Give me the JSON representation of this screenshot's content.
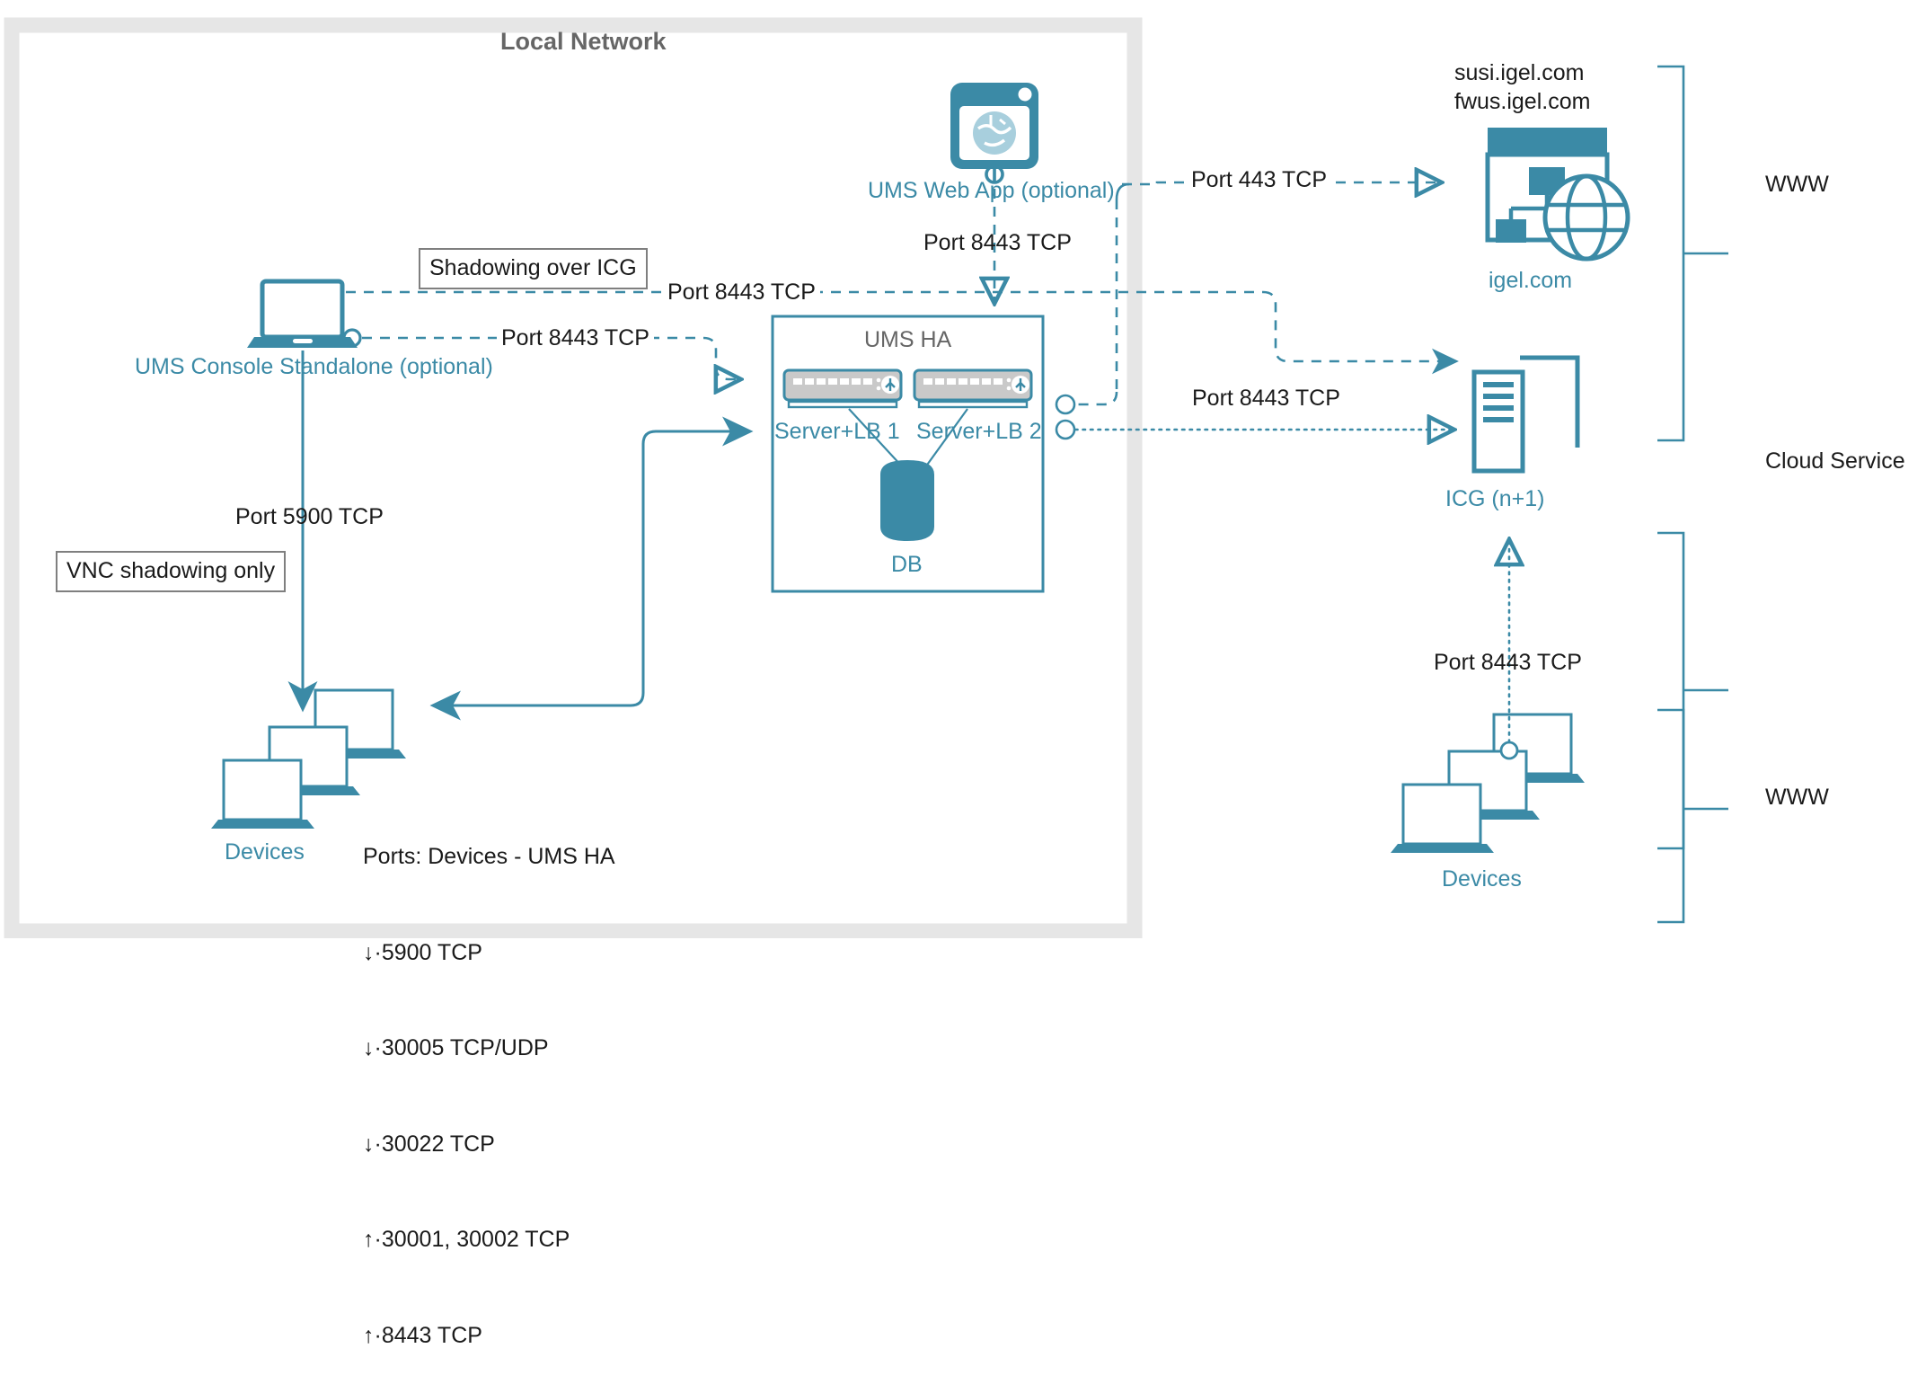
{
  "colors": {
    "teal": "#3b8aa6",
    "teal_light": "#a8cfdd",
    "gray_border": "#e6e6e6",
    "gray_text": "#666666",
    "box_border": "#7f7f7f",
    "dark_text": "#1a1a1a",
    "server_body": "#c9c9c9"
  },
  "local_network": {
    "title": "Local Network"
  },
  "nodes": {
    "ums_web_app": {
      "label": "UMS Web App (optional)",
      "icon": "browser-globe-icon"
    },
    "ums_console": {
      "label": "UMS Console Standalone (optional)",
      "icon": "laptop-icon"
    },
    "ums_ha": {
      "title": "UMS HA",
      "server1": "Server+LB 1",
      "server2": "Server+LB 2",
      "db": "DB",
      "server_icon": "server-appliance-icon",
      "db_icon": "database-cylinder-icon"
    },
    "devices_local": {
      "label": "Devices",
      "icon": "laptops-stack-icon"
    },
    "devices_remote": {
      "label": "Devices",
      "icon": "laptops-stack-icon"
    },
    "igel_com": {
      "label": "igel.com",
      "hosts": [
        "susi.igel.com",
        "fwus.igel.com"
      ],
      "icon": "website-globe-icon"
    },
    "icg": {
      "label": "ICG (n+1)",
      "icon": "server-tower-icon"
    }
  },
  "edge_labels": {
    "web_app_to_igel": "Port 443 TCP",
    "web_app_to_ums_ha": "Port 8443 TCP",
    "console_shadow_to_icg": "Port 8443 TCP",
    "console_to_ums_ha": "Port 8443 TCP",
    "ums_ha_to_icg": "Port 8443 TCP",
    "console_to_devices": "Port 5900 TCP",
    "devices_to_icg": "Port 8443 TCP"
  },
  "callouts": {
    "shadowing_over_icg": "Shadowing over ICG",
    "vnc_shadowing_only": "VNC shadowing only"
  },
  "ports_panel": {
    "title": "Ports: Devices - UMS HA",
    "rows": [
      "↓·5900 TCP",
      "↓·30005 TCP/UDP",
      "↓·30022 TCP",
      "↑·30001, 30002 TCP",
      "↑·8443 TCP"
    ]
  },
  "zones": [
    {
      "name": "www-top",
      "label": "WWW"
    },
    {
      "name": "cloud-service",
      "label": "Cloud Service"
    },
    {
      "name": "www-bottom",
      "label": "WWW"
    }
  ]
}
